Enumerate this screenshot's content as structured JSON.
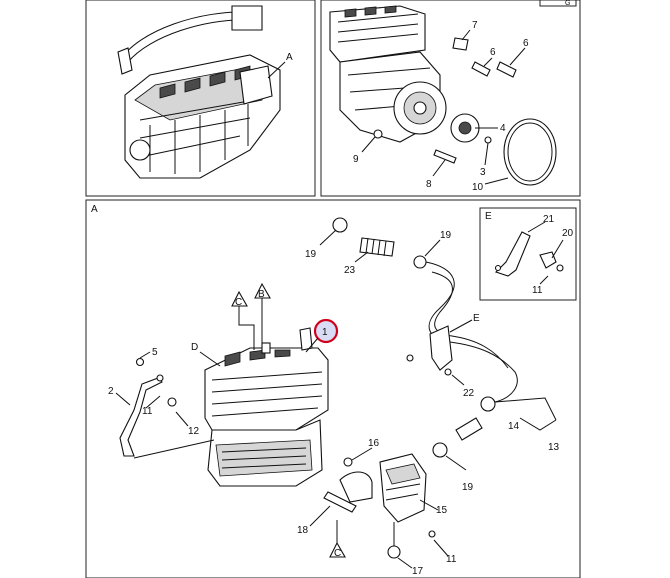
{
  "panels": {
    "engine_ref": {
      "letter": "A"
    },
    "compressor_detail": {
      "corner_label": "G"
    },
    "main_view": {
      "label": "A"
    },
    "inset_view": {
      "label": "E"
    }
  },
  "callouts": {
    "n1": "1",
    "n2": "2",
    "n3": "3",
    "n4": "4",
    "n5": "5",
    "n6a": "6",
    "n6b": "6",
    "n7": "7",
    "n8": "8",
    "n9": "9",
    "n10": "10",
    "n11a": "11",
    "n11b": "11",
    "n11c": "11",
    "n12": "12",
    "n13": "13",
    "n14": "14",
    "n15": "15",
    "n16": "16",
    "n17": "17",
    "n18": "18",
    "n19a": "19",
    "n19b": "19",
    "n19c": "19",
    "n20": "20",
    "n21": "21",
    "n22": "22",
    "n23": "23"
  },
  "reference_letters": {
    "B": "B",
    "C_top": "C",
    "C_bottom": "C",
    "D": "D",
    "E": "E"
  },
  "highlight": {
    "color": "#d0021b",
    "fill": "#d9dcf5"
  }
}
